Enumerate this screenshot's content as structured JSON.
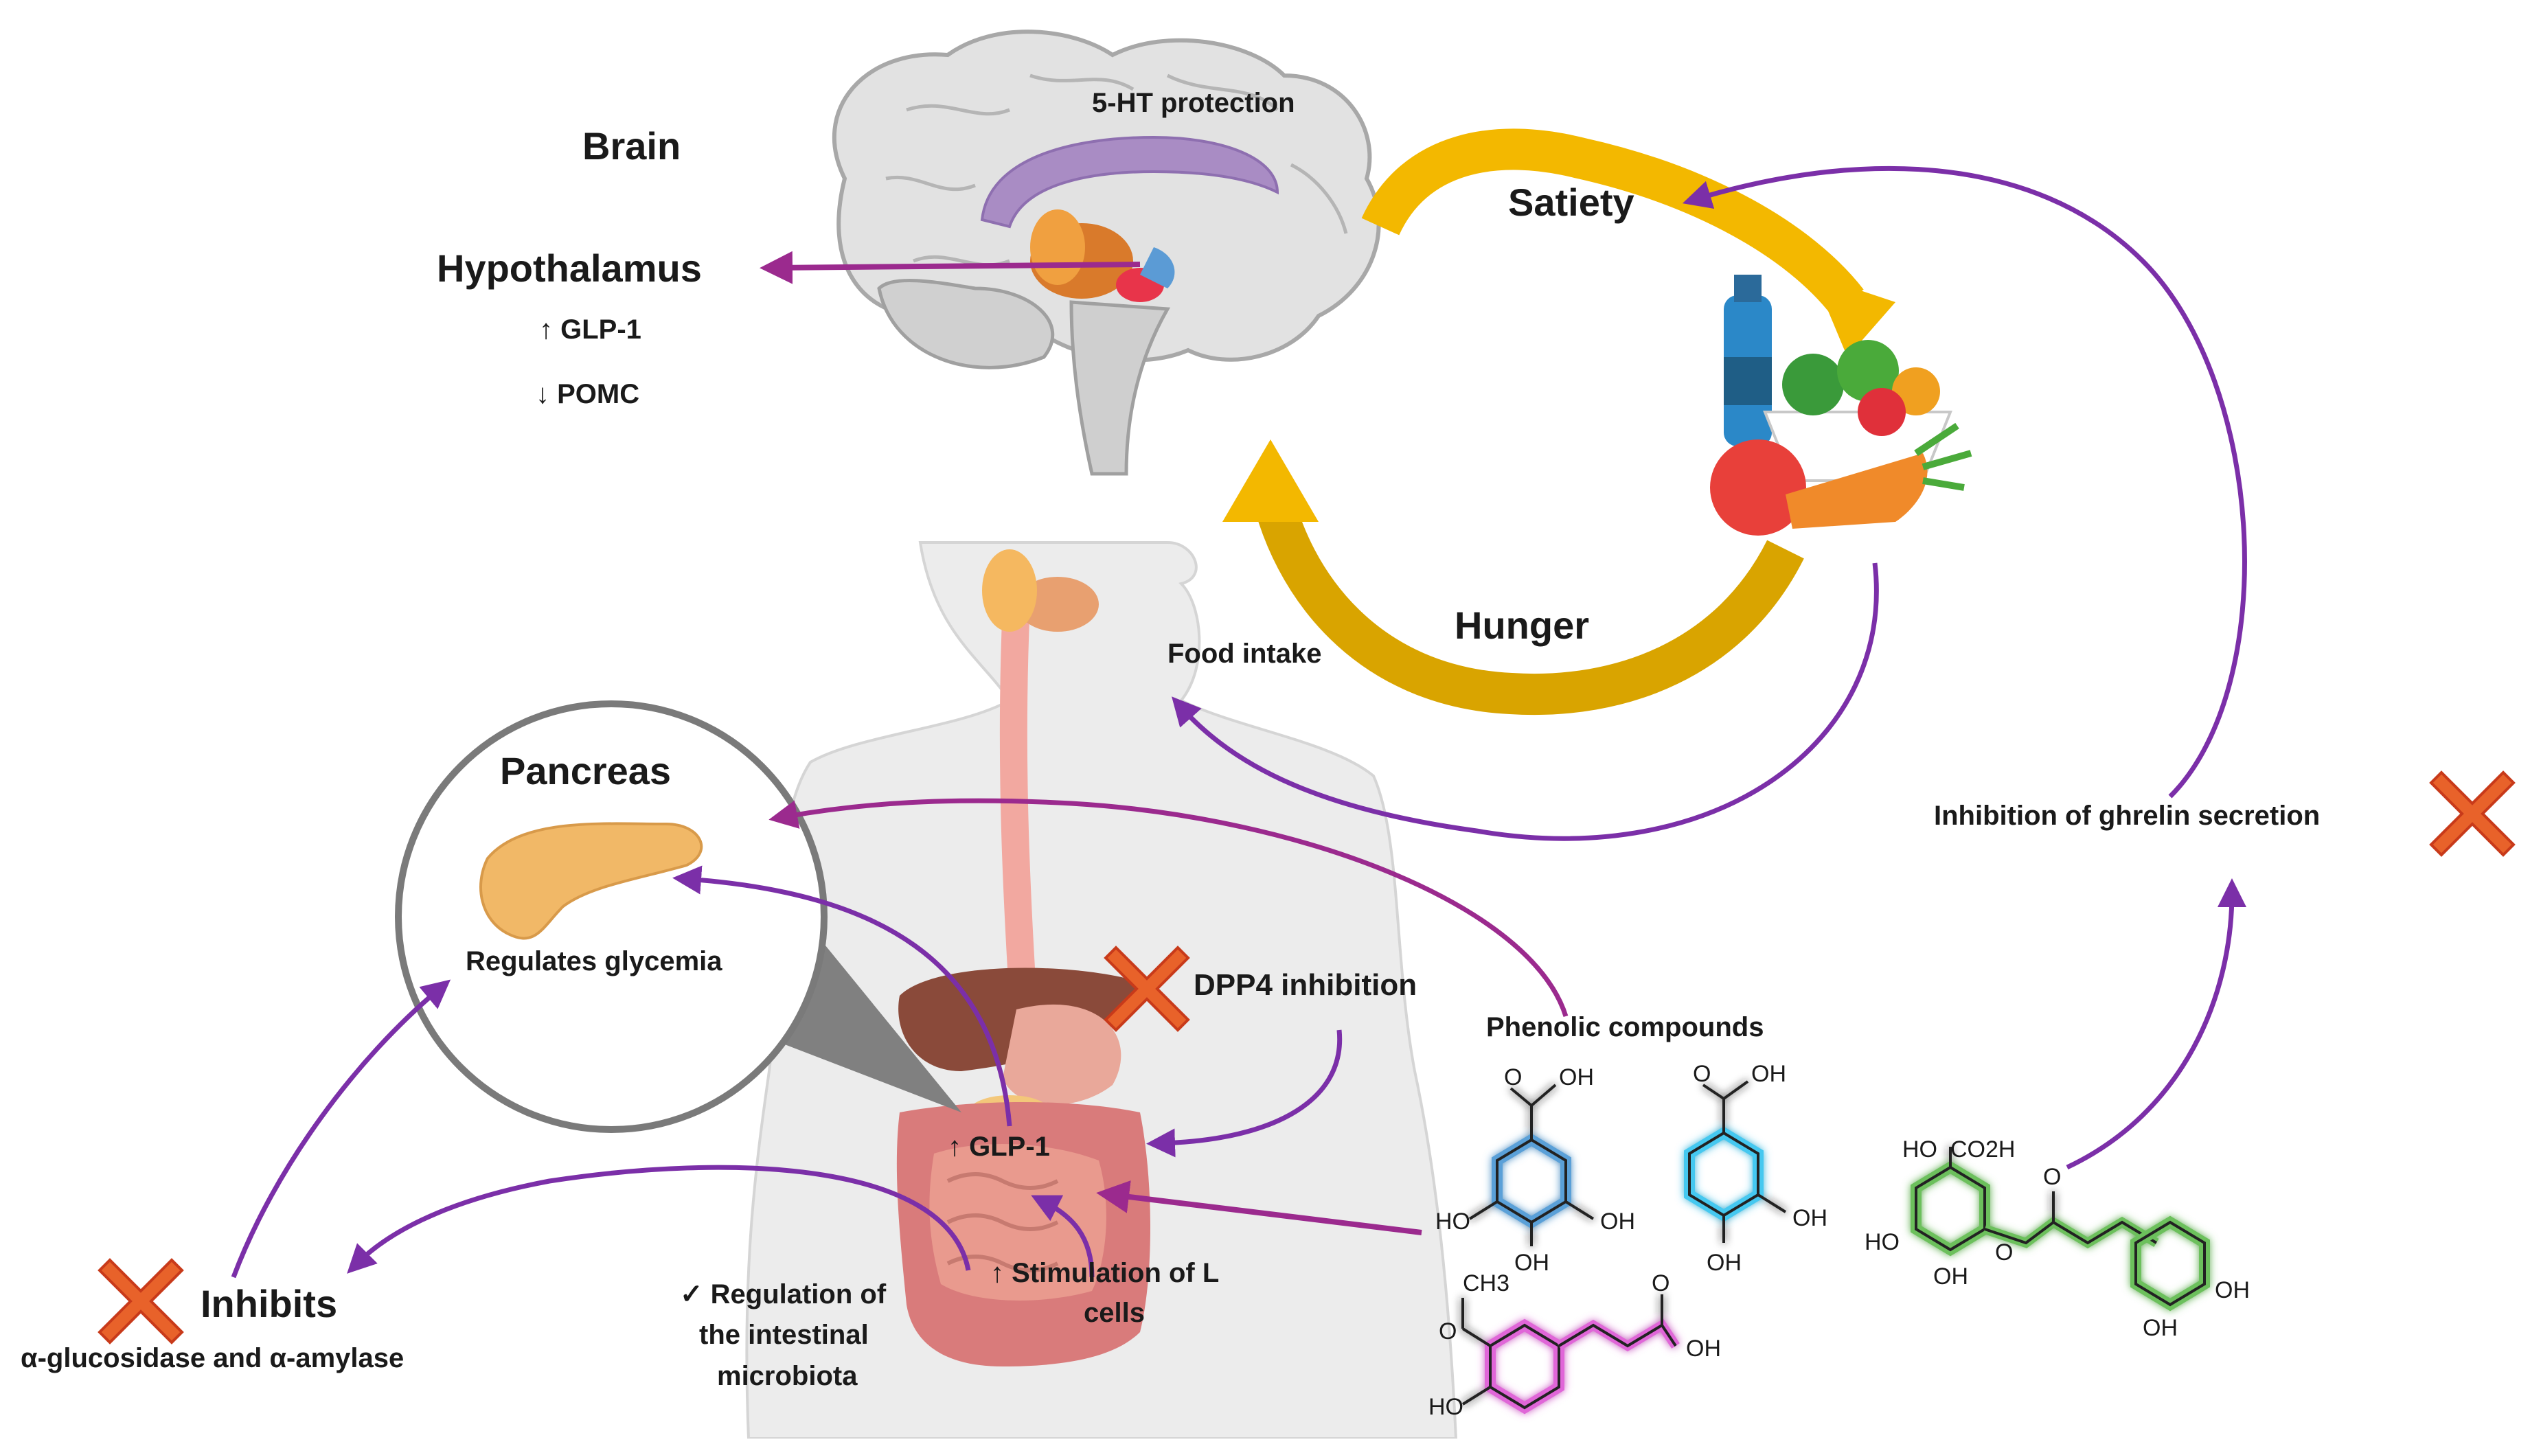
{
  "labels": {
    "brain": "Brain",
    "ht_protection": "5-HT protection",
    "hypothalamus": "Hypothalamus",
    "glp1_up": "↑ GLP-1",
    "pomc_down": "↓ POMC",
    "satiety": "Satiety",
    "hunger": "Hunger",
    "food_intake": "Food intake",
    "pancreas": "Pancreas",
    "regulates_glycemia": "Regulates glycemia",
    "dpp4_inhibition": "DPP4 inhibition",
    "phenolic_compounds": "Phenolic compounds",
    "inhibition_ghrelin": "Inhibition of ghrelin secretion",
    "gut_glp1": "↑ GLP-1",
    "stimulation_l_cells_1": "↑ Stimulation of L",
    "stimulation_l_cells_2": "cells",
    "microbiota_1": "✓ Regulation of",
    "microbiota_2": "the intestinal",
    "microbiota_3": "microbiota",
    "inhibits": "Inhibits",
    "enzymes": "α-glucosidase and α-amylase"
  },
  "chem_labels": {
    "cooh": "OH",
    "oh": "HO",
    "ho_right": "OH",
    "ch3": "CH3",
    "co2h": "CO2H",
    "o": "O"
  },
  "colors": {
    "arrow_purple": "#7b2fa8",
    "magenta": "#9b2a8e",
    "cycle_yellow": "#f3b800",
    "cross_orange": "#e8622a",
    "glow_blue": "#5aa0d8",
    "glow_cyan": "#45c8f0",
    "glow_pink": "#e066d8",
    "glow_green": "#6cc05c"
  }
}
